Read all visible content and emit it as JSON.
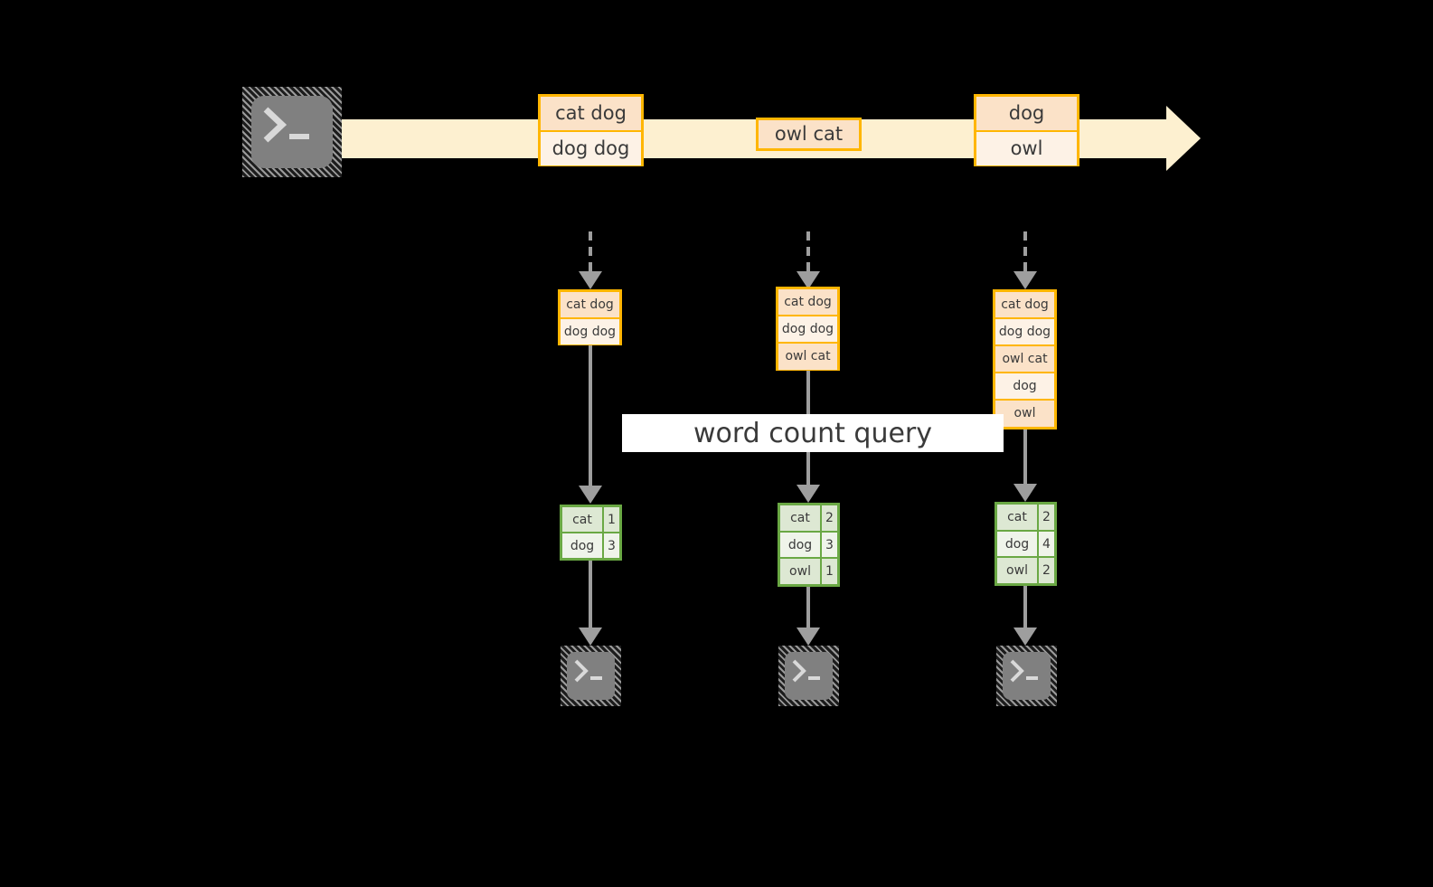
{
  "diagram": {
    "title_label": "word count query",
    "colors": {
      "stream_band": "#fdf0d0",
      "message_border": "#ffb600",
      "message_fill_dark": "#fbe2c8",
      "message_fill_light": "#fdf2e6",
      "table_border": "#6aa844",
      "table_fill_dark": "#dde8d3",
      "table_fill_light": "#eff4ea",
      "arrow_gray": "#9e9e9e",
      "terminal_face": "#808080",
      "background": "#000000"
    },
    "source": {
      "icon": "terminal-icon"
    },
    "stream": {
      "messages": [
        {
          "lines": [
            "cat dog",
            "dog dog"
          ]
        },
        {
          "lines": [
            "owl cat"
          ]
        },
        {
          "lines": [
            "dog",
            "owl"
          ]
        }
      ]
    },
    "columns": [
      {
        "input_icon": "dashed-down-arrow-icon",
        "buffer": {
          "lines": [
            "cat dog",
            "dog dog"
          ]
        },
        "result": {
          "rows": [
            {
              "word": "cat",
              "count": "1"
            },
            {
              "word": "dog",
              "count": "3"
            }
          ]
        },
        "sink_icon": "terminal-icon"
      },
      {
        "input_icon": "dashed-down-arrow-icon",
        "buffer": {
          "lines": [
            "cat dog",
            "dog dog",
            "owl cat"
          ]
        },
        "result": {
          "rows": [
            {
              "word": "cat",
              "count": "2"
            },
            {
              "word": "dog",
              "count": "3"
            },
            {
              "word": "owl",
              "count": "1"
            }
          ]
        },
        "sink_icon": "terminal-icon"
      },
      {
        "input_icon": "dashed-down-arrow-icon",
        "buffer": {
          "lines": [
            "cat dog",
            "dog dog",
            "owl cat",
            "dog",
            "owl"
          ]
        },
        "result": {
          "rows": [
            {
              "word": "cat",
              "count": "2"
            },
            {
              "word": "dog",
              "count": "4"
            },
            {
              "word": "owl",
              "count": "2"
            }
          ]
        },
        "sink_icon": "terminal-icon"
      }
    ]
  }
}
